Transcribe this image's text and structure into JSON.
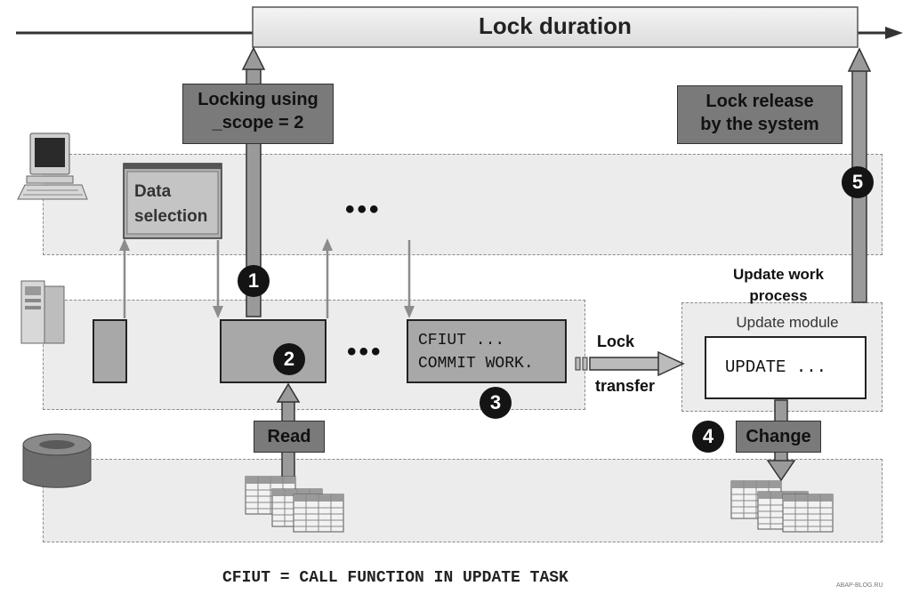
{
  "header": {
    "title": "Lock duration"
  },
  "labels": {
    "locking": [
      "Locking using",
      "_scope = 2"
    ],
    "release": [
      "Lock release",
      "by the system"
    ],
    "data_selection": [
      "Data",
      "selection"
    ],
    "update_work_process": [
      "Update work",
      "process"
    ],
    "update_module": "Update module",
    "update_code": "UPDATE ...",
    "cfiut_code": [
      "CFIUT ...",
      "COMMIT WORK."
    ],
    "lock_transfer": [
      "Lock",
      "transfer"
    ],
    "read": "Read",
    "change": "Change",
    "ellipsis": "•••"
  },
  "badges": [
    "1",
    "2",
    "3",
    "4",
    "5"
  ],
  "footer": {
    "note": "CFIUT = CALL FUNCTION IN UPDATE TASK",
    "watermark": "ABAP-BLOG.RU"
  },
  "colors": {
    "lane_bg": "#ececec",
    "label_bg": "#7a7a7a",
    "box_bg": "#a8a8a8",
    "arrow": "#8c8c8c"
  },
  "icons": [
    "desktop-computer-icon",
    "server-icon",
    "database-icon",
    "table-icon"
  ]
}
